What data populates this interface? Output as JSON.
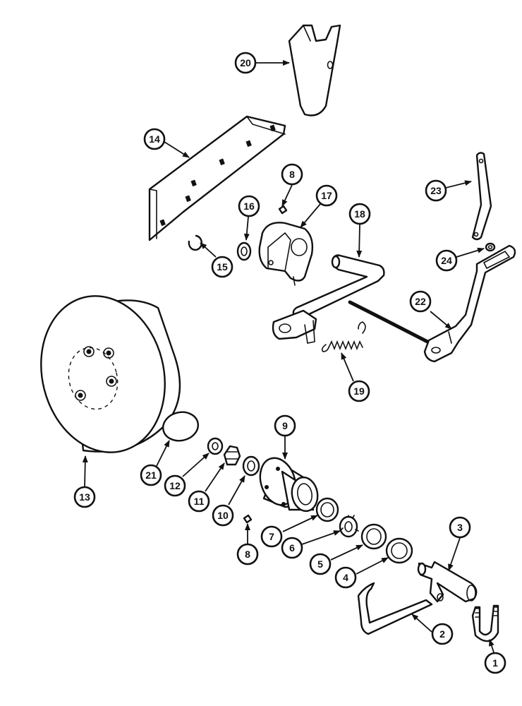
{
  "callouts": [
    {
      "id": "20",
      "label": "20"
    },
    {
      "id": "14",
      "label": "14"
    },
    {
      "id": "8a",
      "label": "8"
    },
    {
      "id": "16",
      "label": "16"
    },
    {
      "id": "17",
      "label": "17"
    },
    {
      "id": "18",
      "label": "18"
    },
    {
      "id": "23",
      "label": "23"
    },
    {
      "id": "24",
      "label": "24"
    },
    {
      "id": "22",
      "label": "22"
    },
    {
      "id": "15",
      "label": "15"
    },
    {
      "id": "19",
      "label": "19"
    },
    {
      "id": "9",
      "label": "9"
    },
    {
      "id": "21",
      "label": "21"
    },
    {
      "id": "12",
      "label": "12"
    },
    {
      "id": "11",
      "label": "11"
    },
    {
      "id": "10",
      "label": "10"
    },
    {
      "id": "13",
      "label": "13"
    },
    {
      "id": "7",
      "label": "7"
    },
    {
      "id": "6",
      "label": "6"
    },
    {
      "id": "5",
      "label": "5"
    },
    {
      "id": "8b",
      "label": "8"
    },
    {
      "id": "4",
      "label": "4"
    },
    {
      "id": "3",
      "label": "3"
    },
    {
      "id": "2",
      "label": "2"
    },
    {
      "id": "1",
      "label": "1"
    }
  ]
}
